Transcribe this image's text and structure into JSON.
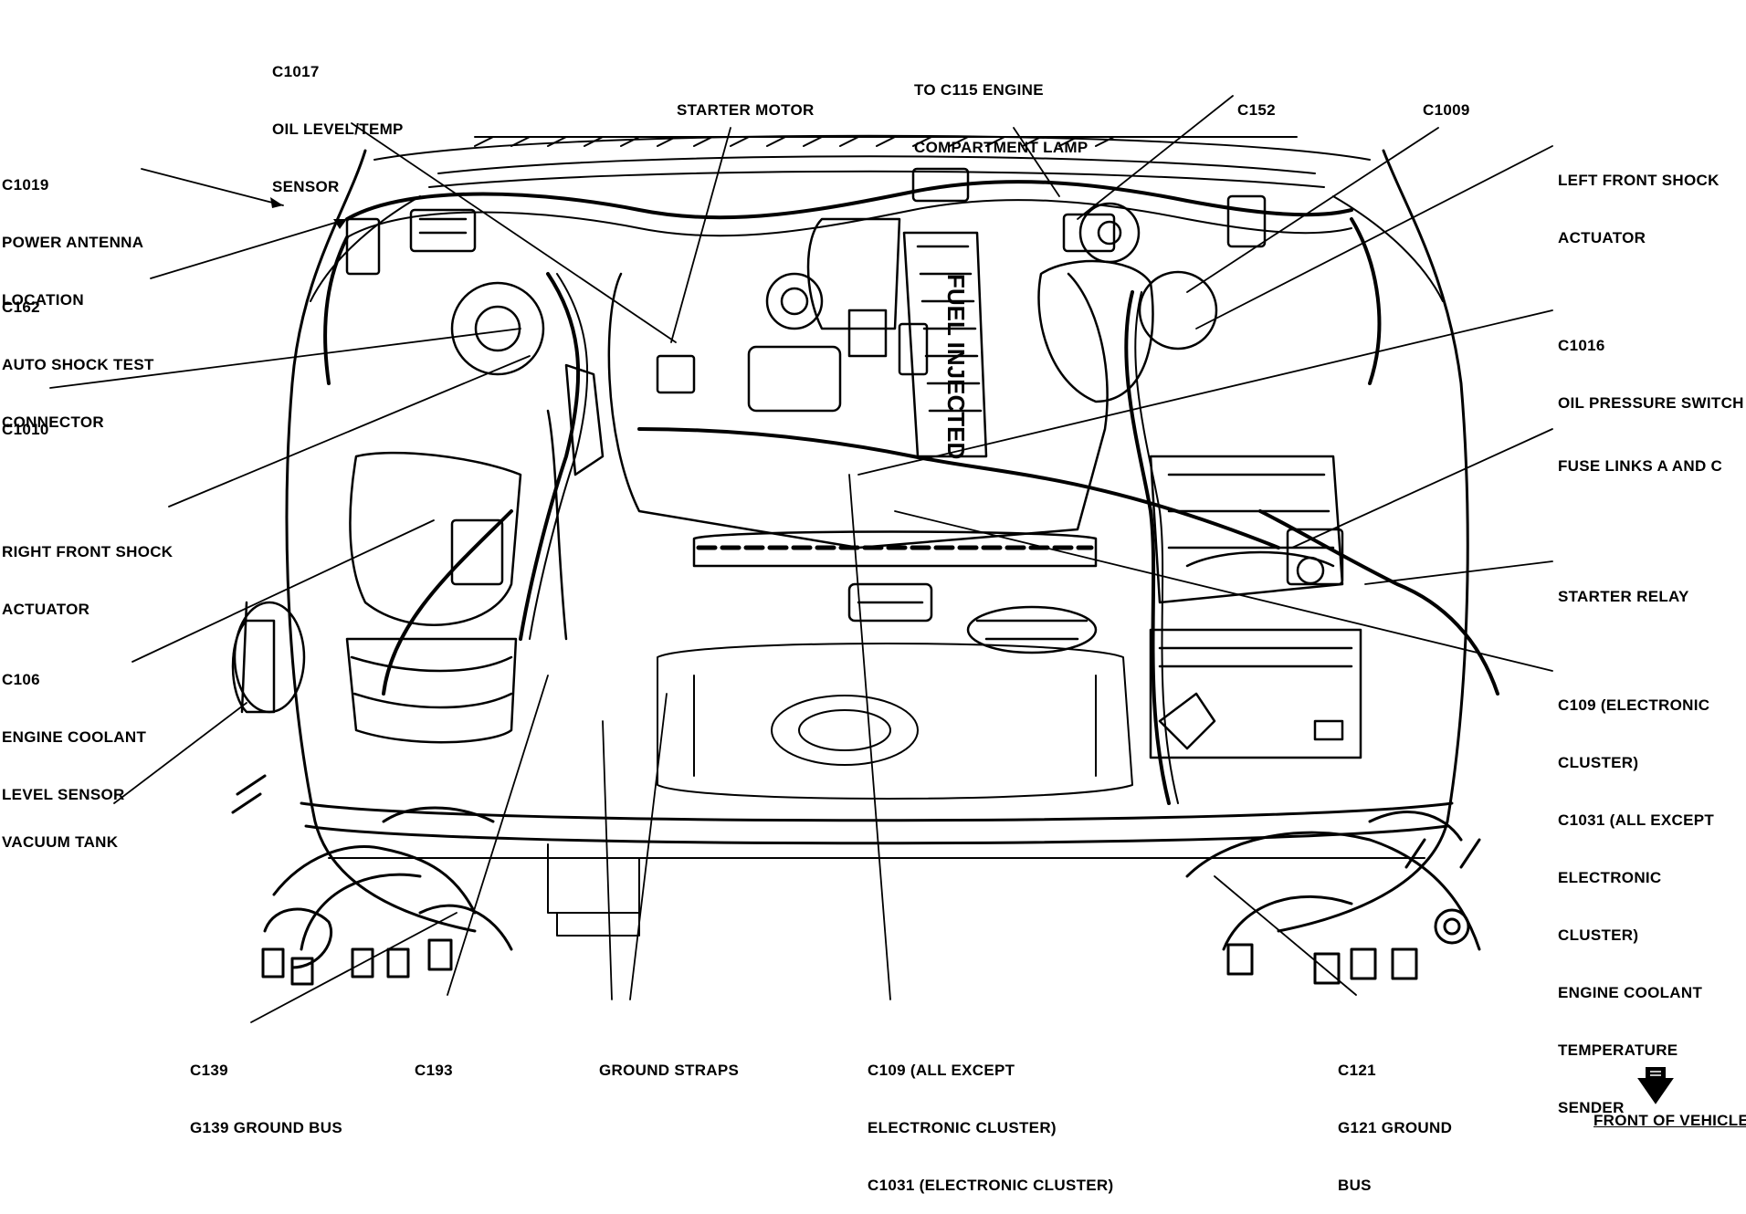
{
  "labels": {
    "c1017": [
      "C1017",
      "OIL LEVEL/TEMP",
      "SENSOR"
    ],
    "starter_motor": [
      "STARTER MOTOR"
    ],
    "to_c115": [
      "TO C115 ENGINE",
      "COMPARTMENT LAMP"
    ],
    "c152": [
      "C152"
    ],
    "c1009": [
      "C1009"
    ],
    "c1019": [
      "C1019",
      "POWER ANTENNA",
      "LOCATION"
    ],
    "left_front_shock": [
      "LEFT FRONT SHOCK",
      "ACTUATOR"
    ],
    "c162": [
      "C162",
      "AUTO SHOCK TEST",
      "CONNECTOR"
    ],
    "c1016": [
      "C1016",
      "OIL PRESSURE SWITCH"
    ],
    "c1010": [
      "C1010"
    ],
    "fuse_links": [
      "FUSE LINKS A AND C"
    ],
    "right_front_shock": [
      "RIGHT FRONT SHOCK",
      "ACTUATOR"
    ],
    "starter_relay": [
      "STARTER RELAY"
    ],
    "c106": [
      "C106",
      "ENGINE COOLANT",
      "LEVEL SENSOR"
    ],
    "c109_electronic": [
      "C109 (ELECTRONIC",
      "CLUSTER)",
      "C1031 (ALL EXCEPT",
      "ELECTRONIC",
      "CLUSTER)",
      "ENGINE COOLANT",
      "TEMPERATURE",
      "SENDER"
    ],
    "vacuum_tank": [
      "VACUUM TANK"
    ],
    "c139": [
      "C139",
      "G139 GROUND BUS"
    ],
    "c193": [
      "C193"
    ],
    "ground_straps": [
      "GROUND STRAPS"
    ],
    "c109_all_except": [
      "C109 (ALL EXCEPT",
      "ELECTRONIC CLUSTER)",
      "C1031 (ELECTRONIC CLUSTER)"
    ],
    "c121": [
      "C121",
      "G121 GROUND",
      "BUS"
    ],
    "front_of_vehicle": "FRONT OF VEHICLE",
    "engine_side_text": "FUEL INJECTED"
  },
  "colors": {
    "ink": "#000000",
    "paper": "#ffffff"
  }
}
